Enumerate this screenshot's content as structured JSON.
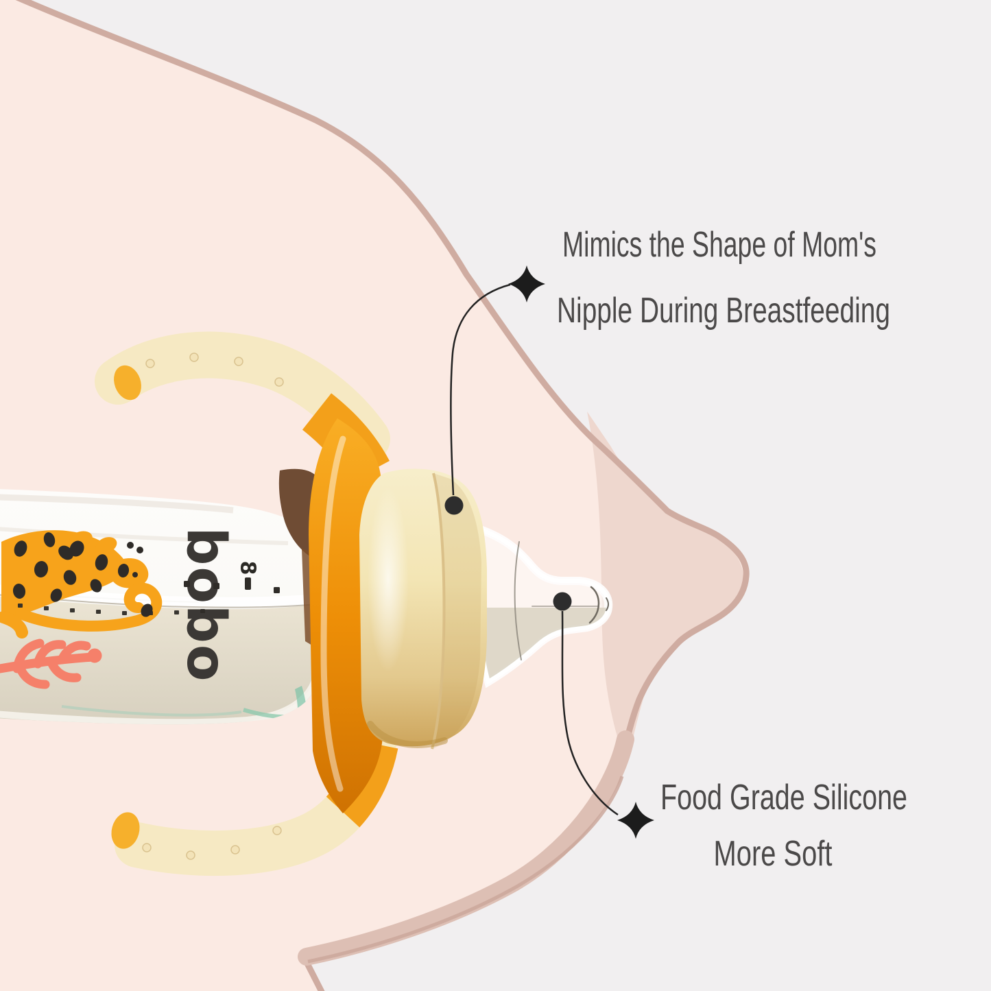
{
  "annotations": {
    "nipple_shape": {
      "line1": "Mimics the Shape of Mom's",
      "line2": "Nipple During Breastfeeding"
    },
    "silicone": {
      "line1": "Food Grade Silicone",
      "line2": "More Soft"
    }
  },
  "bottle": {
    "brand_logo": "bobo",
    "scale_number": "8"
  },
  "icons": {
    "marker": "four-point-diamond",
    "anchor": "filled-circle-dot"
  },
  "colors": {
    "background": "#f1eff0",
    "breast_fill": "#fbeae3",
    "areola_fill": "#eed7ce",
    "breast_outline": "#cfaca1",
    "breast_band": "#ddbfb4",
    "handle_cream": "#f6e9c3",
    "grip_orange": "#ee8f07",
    "collar_cream": "#f2e4b4",
    "leopard_orange": "#f7a31b",
    "coral": "#f5806a",
    "milk": "#e3dcca",
    "annotation_text": "#4b4949",
    "marker_black": "#1c1c1c"
  }
}
